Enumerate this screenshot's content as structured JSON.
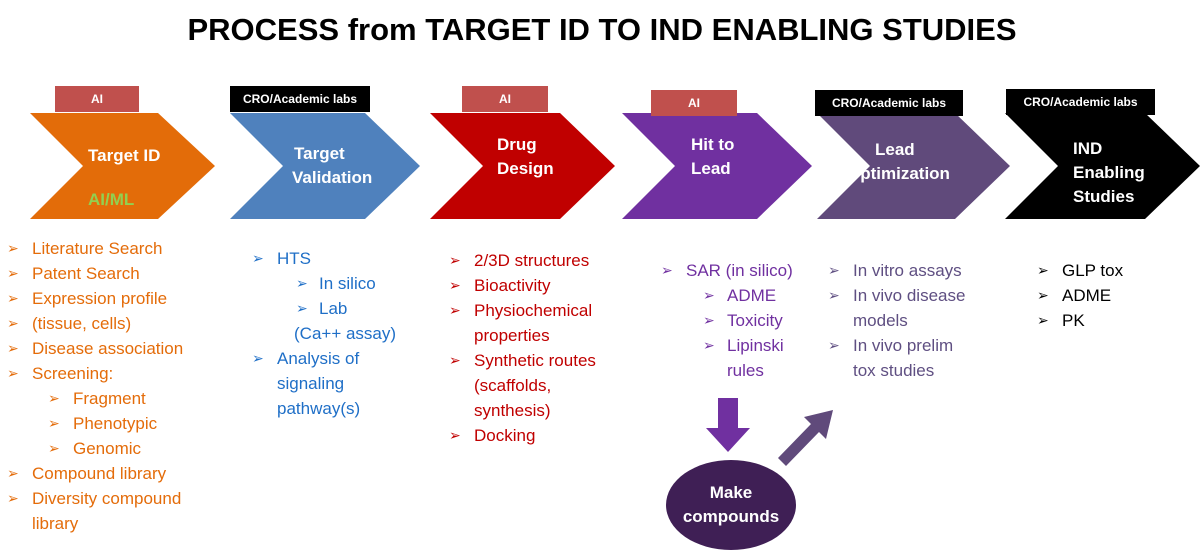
{
  "title": "PROCESS from TARGET ID TO IND ENABLING STUDIES",
  "colors": {
    "target_id": "#e36c09",
    "target_validation": "#4f81bd",
    "drug_design": "#c00000",
    "hit_to_lead": "#7030a0",
    "lead_optimization": "#604a7b",
    "ind": "#000000",
    "ai_tag": "#c0504d",
    "cro_tag": "#000000"
  },
  "stages": [
    {
      "tag": "AI",
      "line1": "Target ID",
      "line2": "",
      "line3": "",
      "subtitle": "AI/ML"
    },
    {
      "tag": "CRO/Academic labs",
      "line1": "Target",
      "line2": "Validation",
      "line3": ""
    },
    {
      "tag": "AI",
      "line1": "Drug",
      "line2": "Design",
      "line3": ""
    },
    {
      "tag": "AI",
      "line1": "Hit to",
      "line2": "Lead",
      "line3": ""
    },
    {
      "tag": "CRO/Academic labs",
      "line1": "Lead",
      "line2": "Optimization",
      "line3": ""
    },
    {
      "tag": "CRO/Academic labs",
      "line1": "IND",
      "line2": "Enabling",
      "line3": "Studies"
    }
  ],
  "lists": {
    "target_id": [
      "Literature Search",
      "Patent Search",
      "Expression profile",
      "(tissue, cells)",
      "Disease association",
      "Screening:",
      "Fragment",
      "Phenotypic",
      "Genomic",
      "Compound library",
      "Diversity compound",
      "library"
    ],
    "target_validation": [
      "HTS",
      "In silico",
      "Lab",
      "(Ca++ assay)",
      "Analysis of",
      "signaling",
      "pathway(s)"
    ],
    "drug_design": [
      "2/3D structures",
      "Bioactivity",
      "Physiochemical",
      "properties",
      "Synthetic routes",
      "(scaffolds,",
      "synthesis)",
      "Docking"
    ],
    "hit_to_lead": [
      "SAR (in silico)",
      "ADME",
      "Toxicity",
      "Lipinski",
      "rules"
    ],
    "lead_optimization": [
      "In vitro assays",
      "In vivo disease",
      "models",
      "In vivo prelim",
      "tox studies"
    ],
    "ind": [
      "GLP tox",
      "ADME",
      "PK"
    ]
  },
  "make_compounds": {
    "line1": "Make",
    "line2": "compounds"
  }
}
